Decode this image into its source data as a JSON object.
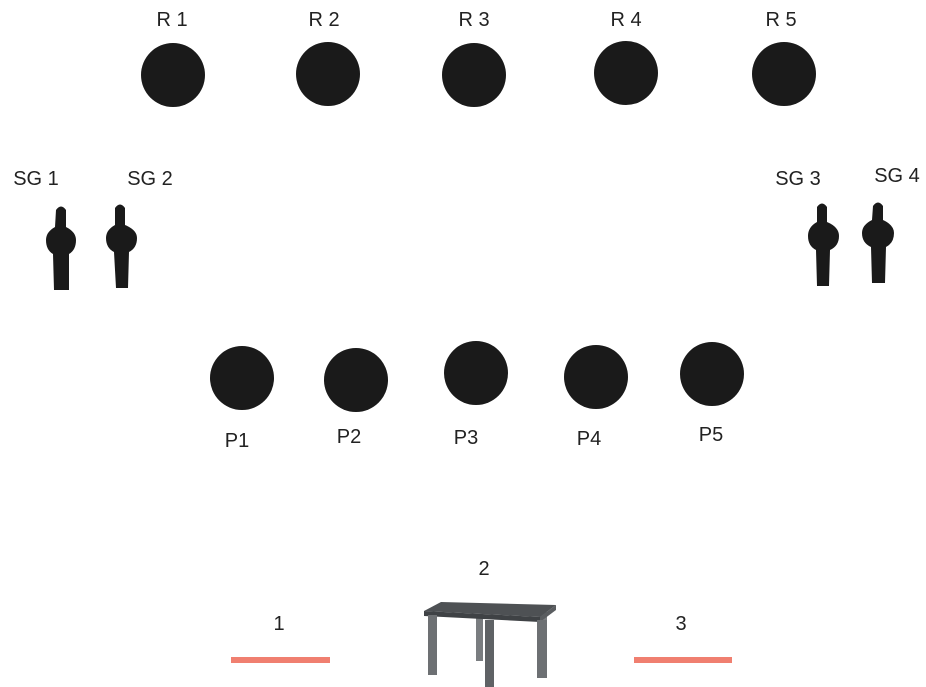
{
  "colors": {
    "background": "#ffffff",
    "marker": "#1a1a1a",
    "text": "#222222",
    "position_line": "#f07f70",
    "table_top": "#4e5154",
    "table_legs": "#6d7073"
  },
  "receivers": [
    {
      "label": "R 1"
    },
    {
      "label": "R 2"
    },
    {
      "label": "R 3"
    },
    {
      "label": "R 4"
    },
    {
      "label": "R 5"
    }
  ],
  "side_guards": [
    {
      "label": "SG 1"
    },
    {
      "label": "SG 2"
    },
    {
      "label": "SG 3"
    },
    {
      "label": "SG 4"
    }
  ],
  "performers": [
    {
      "label": "P1"
    },
    {
      "label": "P2"
    },
    {
      "label": "P3"
    },
    {
      "label": "P4"
    },
    {
      "label": "P5"
    }
  ],
  "stations": [
    {
      "label": "1",
      "icon": "line"
    },
    {
      "label": "2",
      "icon": "table-icon"
    },
    {
      "label": "3",
      "icon": "line"
    }
  ]
}
